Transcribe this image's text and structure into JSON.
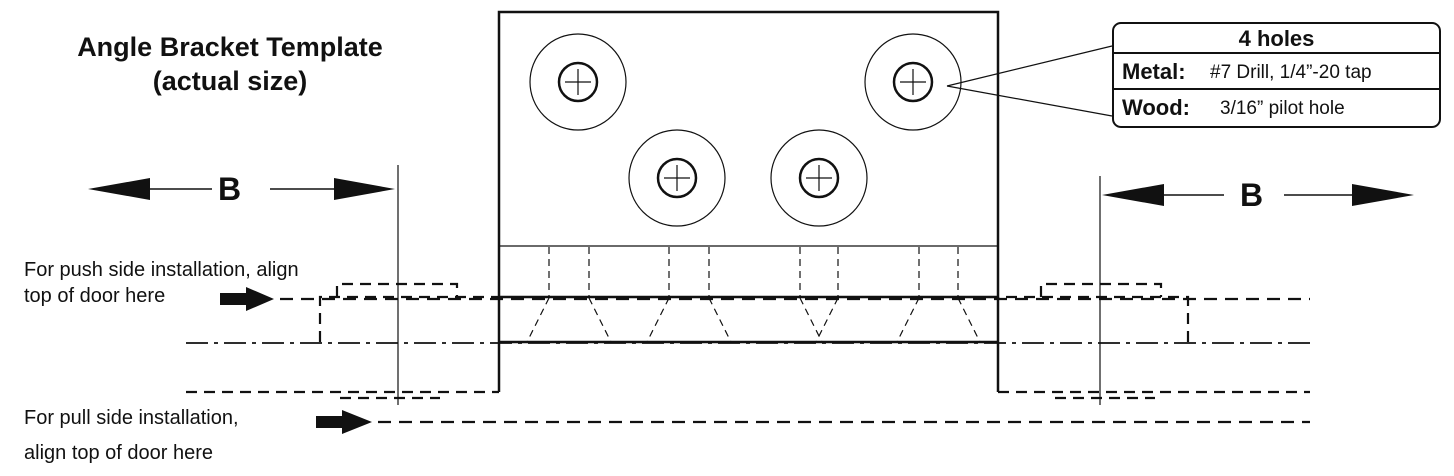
{
  "title": {
    "line1": "Angle Bracket Template",
    "line2": "(actual size)"
  },
  "callout": {
    "heading": "4 holes",
    "rows": [
      {
        "key": "Metal:",
        "value": "#7 Drill, 1/4”-20 tap"
      },
      {
        "key": "Wood:",
        "value": "3/16” pilot hole"
      }
    ]
  },
  "dimension_label": "B",
  "notes": {
    "push_line1": "For push side installation, align",
    "push_line2": "top of door here",
    "pull_line1": "For pull side installation,",
    "pull_line2": "align top of door here"
  },
  "colors": {
    "ink": "#111111",
    "background": "#ffffff"
  }
}
